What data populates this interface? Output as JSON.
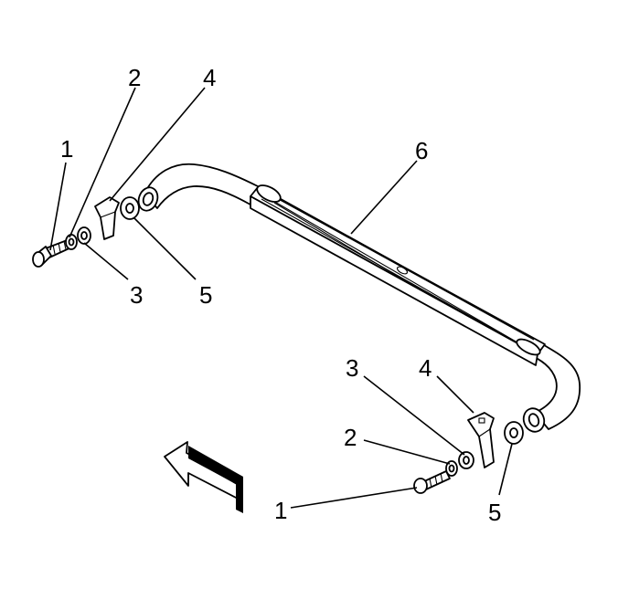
{
  "callouts": {
    "left_bolt": "1",
    "left_lockwasher": "2",
    "left_washer": "3",
    "left_bracket": "4",
    "left_isolator": "5",
    "step_bar": "6",
    "right_bolt": "1",
    "right_lockwasher": "2",
    "right_washer": "3",
    "right_bracket": "4",
    "right_isolator": "5"
  },
  "colors": {
    "ink": "#000000",
    "paper": "#ffffff"
  },
  "icons": {
    "direction_arrow": "front-arrow-icon"
  }
}
